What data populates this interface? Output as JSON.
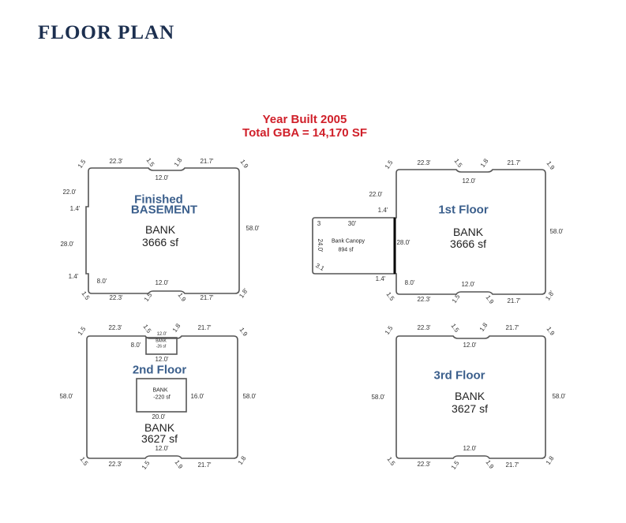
{
  "page_title": "FLOOR PLAN",
  "header": {
    "year_built": "Year Built 2005",
    "total_gba": "Total GBA = 14,170 SF"
  },
  "plans": {
    "basement": {
      "name_line1": "Finished",
      "name_line2": "BASEMENT",
      "use": "BANK",
      "area": "3666 sf",
      "dims": [
        "1.5",
        "22.3'",
        "1.5",
        "1.8",
        "21.7'",
        "1.9",
        "12.0'",
        "22.0'",
        "1.4'",
        "58.0'",
        "28.0'",
        "1.4'",
        "8.0'",
        "12.0'",
        "1.5",
        "22.3'",
        "1.5",
        "1.9",
        "21.7'",
        "1.8'"
      ]
    },
    "first": {
      "name": "1st Floor",
      "use": "BANK",
      "area": "3666 sf",
      "canopy": {
        "name": "Bank Canopy",
        "area": "894 sf",
        "width": "30'",
        "height": "24.0'",
        "corner_top": "3",
        "corner_bottom": "3.1",
        "depth": "28.0'"
      },
      "dims": [
        "1.5",
        "22.3'",
        "1.5",
        "1.8",
        "21.7'",
        "1.9",
        "12.0'",
        "22.0'",
        "1.4'",
        "58.0'",
        "1.4'",
        "8.0'",
        "12.0'",
        "1.5",
        "22.3'",
        "1.5",
        "1.9",
        "21.7'",
        "1.8'"
      ]
    },
    "second": {
      "name": "2nd Floor",
      "use": "BANK",
      "area": "3627 sf",
      "cutout_small": {
        "use": "BANK",
        "area": "-26 sf",
        "width": "12.0'",
        "height": "8.0'",
        "width_bottom": "12.0'"
      },
      "cutout_large": {
        "use": "BANK",
        "area": "-220 sf",
        "height": "16.0'",
        "width": "20.0'"
      },
      "dims": [
        "1.5",
        "22.3'",
        "1.5",
        "1.8",
        "21.7'",
        "1.9",
        "58.0'",
        "58.0'",
        "12.0'",
        "1.5",
        "22.3'",
        "1.5",
        "1.9",
        "21.7'",
        "1.8"
      ]
    },
    "third": {
      "name": "3rd Floor",
      "use": "BANK",
      "area": "3627 sf",
      "dims": [
        "1.5",
        "22.3'",
        "1.5",
        "1.8",
        "21.7'",
        "1.9",
        "12.0'",
        "58.0'",
        "58.0'",
        "12.0'",
        "1.5",
        "22.3'",
        "1.5",
        "1.9",
        "21.7'",
        "1.8"
      ]
    }
  }
}
